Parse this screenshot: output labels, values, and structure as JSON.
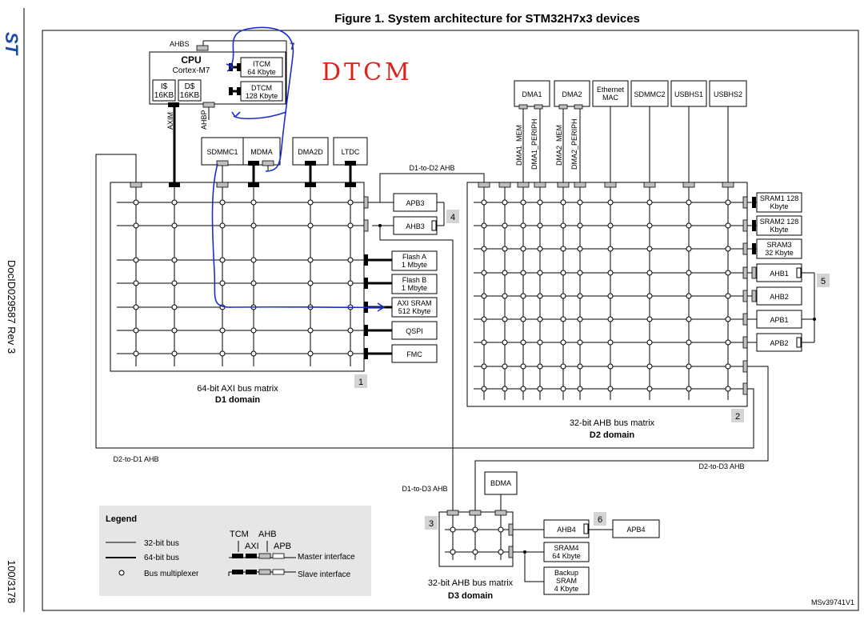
{
  "sidebar": {
    "logo": "ST",
    "doc_id": "DocID029587 Rev 3",
    "page": "100/3178"
  },
  "figure": {
    "title": "Figure 1. System architecture for STM32H7x3 devices",
    "ref": "MSv39741V1"
  },
  "annotations": {
    "handwritten": "DTCM",
    "numbers": [
      "1",
      "2",
      "3",
      "4",
      "5",
      "6",
      "7"
    ]
  },
  "cpu": {
    "bus_label": "AHBS",
    "title": "CPU",
    "subtitle": "Cortex-M7",
    "icache": [
      "I$",
      "16KB"
    ],
    "dcache": [
      "D$",
      "16KB"
    ],
    "itcm": [
      "ITCM",
      "64 Kbyte"
    ],
    "dtcm": [
      "DTCM",
      "128 Kbyte"
    ],
    "axim": "AXIM",
    "ahbp": "AHBP"
  },
  "d1": {
    "masters": [
      "SDMMC1",
      "MDMA",
      "DMA2D",
      "LTDC"
    ],
    "slaves": {
      "apb3": "APB3",
      "ahb3": "AHB3",
      "flash_a": [
        "Flash A",
        "1 Mbyte"
      ],
      "flash_b": [
        "Flash B",
        "1 Mbyte"
      ],
      "axi_sram": [
        "AXI SRAM",
        "512 Kbyte"
      ],
      "qspi": "QSPI",
      "fmc": "FMC"
    },
    "caption": "64-bit AXI bus matrix",
    "domain": "D1 domain"
  },
  "d2": {
    "masters": [
      "DMA1",
      "DMA2",
      "Ethernet",
      "MAC",
      "SDMMC2",
      "USBHS1",
      "USBHS2"
    ],
    "ports": [
      "DMA1_MEM",
      "DMA1_PERIPH",
      "DMA2_MEM",
      "DMA2_PERIPH"
    ],
    "slaves": {
      "sram1": [
        "SRAM1 128",
        "Kbyte"
      ],
      "sram2": [
        "SRAM2 128",
        "Kbyte"
      ],
      "sram3": [
        "SRAM3",
        "32 Kbyte"
      ],
      "ahb1": "AHB1",
      "ahb2": "AHB2",
      "apb1": "APB1",
      "apb2": "APB2"
    },
    "caption": "32-bit AHB bus matrix",
    "domain": "D2 domain"
  },
  "d3": {
    "master": "BDMA",
    "slaves": {
      "ahb4": "AHB4",
      "apb4": "APB4",
      "sram4": [
        "SRAM4",
        "64 Kbyte"
      ],
      "backup": [
        "Backup",
        "SRAM",
        "4 Kbyte"
      ]
    },
    "caption": "32-bit AHB bus matrix",
    "domain": "D3 domain"
  },
  "links": {
    "d1_d2": "D1-to-D2 AHB",
    "d2_d1": "D2-to-D1 AHB",
    "d2_d3": "D2-to-D3 AHB",
    "d1_d3": "D1-to-D3 AHB"
  },
  "legend": {
    "title": "Legend",
    "bus32": "32-bit bus",
    "bus64": "64-bit bus",
    "mux": "Bus multiplexer",
    "tcm": "TCM",
    "ahb": "AHB",
    "axi": "AXI",
    "apb": "APB",
    "master": "Master interface",
    "slave": "Slave interface"
  },
  "colors": {
    "annotation_blue": "#1a2fd0",
    "annotation_red": "#e0201a",
    "port_gray": "#c0c0c0",
    "legend_bg": "#e6e6e6",
    "logo_blue": "#1a4ba6"
  }
}
